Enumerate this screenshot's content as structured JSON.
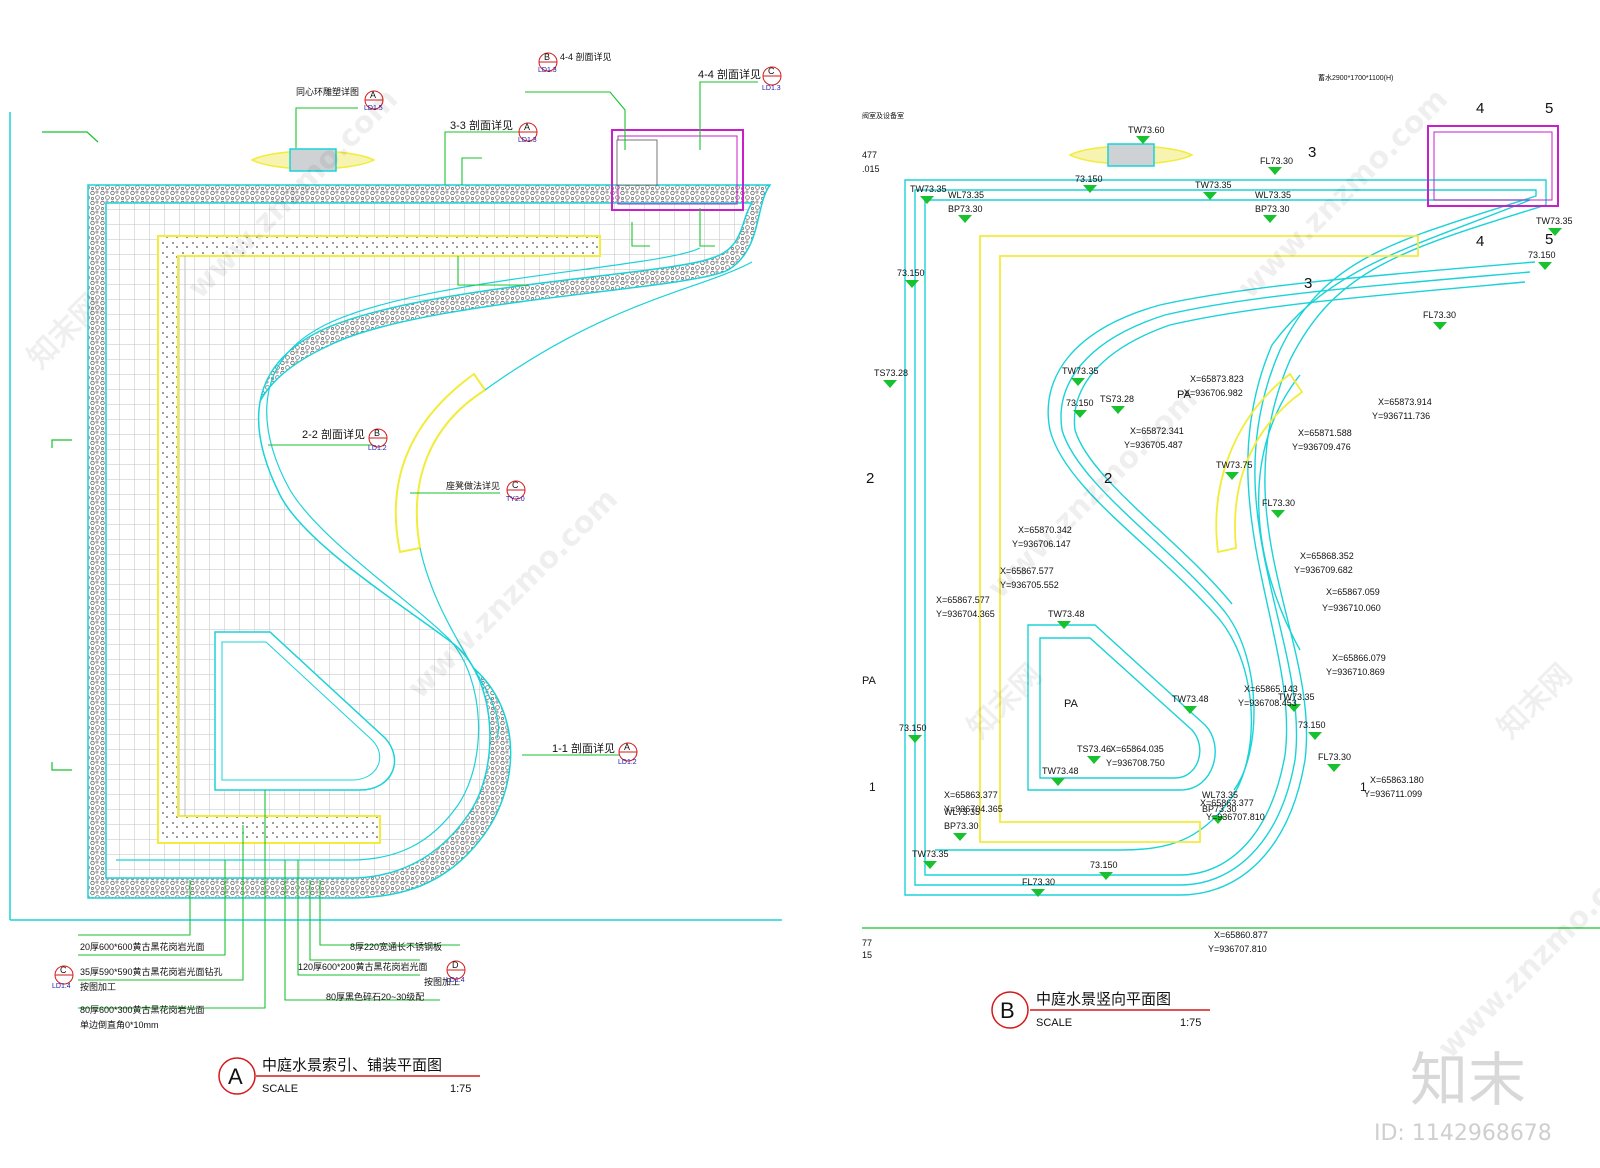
{
  "plan_a": {
    "refs": {
      "ring_detail": {
        "text": "同心环雕塑详图",
        "letter": "A",
        "sheet": "LD1.5"
      },
      "sec33": {
        "text": "3-3 剖面详见",
        "letter": "A",
        "sheet": "LD1.3"
      },
      "sec44_left": {
        "text": "4-4 剖面详见",
        "letter": "B",
        "sheet": "LD1.3"
      },
      "sec44_right": {
        "text": "4-4 剖面详见",
        "letter": "C",
        "sheet": "LD1.3"
      },
      "sec22": {
        "text": "2-2 剖面详见",
        "letter": "B",
        "sheet": "LD1.2"
      },
      "bench": {
        "text": "座凳做法详见",
        "letter": "C",
        "sheet": "TY2.0"
      },
      "sec11": {
        "text": "1-1 剖面详见",
        "letter": "A",
        "sheet": "LD1.2"
      }
    },
    "notes": [
      "20厚600*600黄古黑花岗岩光面",
      "35厚590*590黄古黑花岗岩光面钻孔",
      "按图加工",
      "80厚600*300黄古黑花岗岩光面",
      "单边倒直角0*10mm",
      "8厚220宽通长不锈钢板",
      "120厚600*200黄古黑花岗岩光面",
      "按图加工",
      "80厚黑色碎石20~30级配"
    ],
    "note_ref_c": {
      "letter": "C",
      "sheet": "LD1.4"
    },
    "note_ref_d": {
      "letter": "D",
      "sheet": "LD1.4"
    },
    "title": {
      "letter": "A",
      "name": "中庭水景索引、铺装平面图",
      "scale_label": "SCALE",
      "scale": "1:75"
    }
  },
  "plan_b": {
    "top_note": "蓄水2900*1700*1100(H)",
    "side_note": "阀室及设备室",
    "edge_values": [
      "477",
      ".015",
      "77",
      "15"
    ],
    "levels": [
      "TW73.60",
      "FL73.30",
      "73.150",
      "TW73.35",
      "WL73.35",
      "BP73.30",
      "TW73.35",
      "WL73.35",
      "BP73.30",
      "TW73.35",
      "73.150",
      "73.150",
      "FL73.30",
      "TS73.28",
      "TW73.35",
      "73.150",
      "TS73.28",
      "TW73.75",
      "FL73.30",
      "TW73.48",
      "TW73.48",
      "TW73.48",
      "TS73.46",
      "TW73.35",
      "73.150",
      "FL73.30",
      "73.150",
      "WL73.35",
      "BP73.30",
      "WL73.35",
      "BP73.30",
      "TW73.35",
      "73.150",
      "FL73.30"
    ],
    "coords": [
      {
        "x": "X=65873.823",
        "y": "Y=936706.982"
      },
      {
        "x": "X=65873.914",
        "y": "Y=936711.736"
      },
      {
        "x": "X=65872.341",
        "y": "Y=936705.487"
      },
      {
        "x": "X=65871.588",
        "y": "Y=936709.476"
      },
      {
        "x": "X=65870.342",
        "y": "Y=936706.147"
      },
      {
        "x": "X=65868.352",
        "y": "Y=936709.682"
      },
      {
        "x": "X=65867.577",
        "y": "Y=936705.552"
      },
      {
        "x": "X=65867.059",
        "y": "Y=936710.060"
      },
      {
        "x": "X=65867.577",
        "y": "Y=936704.365"
      },
      {
        "x": "X=65866.079",
        "y": "Y=936710.869"
      },
      {
        "x": "X=65865.143",
        "y": "Y=936708.453"
      },
      {
        "x": "X=65864.035",
        "y": "Y=936708.750"
      },
      {
        "x": "X=65863.377",
        "y": "Y=936704.365"
      },
      {
        "x": "X=65863.377",
        "y": "Y=936707.810"
      },
      {
        "x": "X=65863.180",
        "y": "Y=936711.099"
      },
      {
        "x": "X=65860.877",
        "y": "Y=936707.810"
      }
    ],
    "numbers": [
      "1",
      "2",
      "3",
      "4",
      "5",
      "1",
      "2",
      "3",
      "4",
      "5"
    ],
    "pa": [
      "PA",
      "PA",
      "PA"
    ],
    "title": {
      "letter": "B",
      "name": "中庭水景竖向平面图",
      "scale_label": "SCALE",
      "scale": "1:75"
    }
  },
  "watermark": {
    "site": "www.znzmo.com",
    "brand": "知末网",
    "logo": "知末",
    "id": "ID: 1142968678"
  },
  "colors": {
    "cyan": "#19d3d8",
    "yellow": "#f2ec3a",
    "green": "#18c22e",
    "magenta": "#c81fc8",
    "red": "#d41a1a",
    "gravel": "#888888",
    "paving": "#cfd2d4"
  }
}
